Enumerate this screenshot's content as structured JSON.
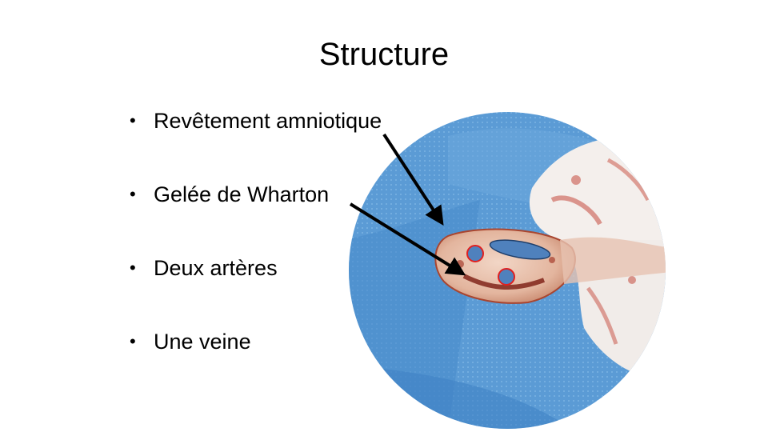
{
  "slide": {
    "title": "Structure",
    "bullet_glyph": "•",
    "bullets": [
      {
        "label": "Revêtement amniotique"
      },
      {
        "label": "Gelée de Wharton"
      },
      {
        "label": "Deux artères"
      },
      {
        "label": "Une veine"
      }
    ]
  },
  "colors": {
    "drape": "#5b9bd5",
    "cord": "#e6bfa9",
    "vessel_fill": "#4f81bd",
    "artery_outline": "#e02020",
    "arrow": "#000000"
  }
}
